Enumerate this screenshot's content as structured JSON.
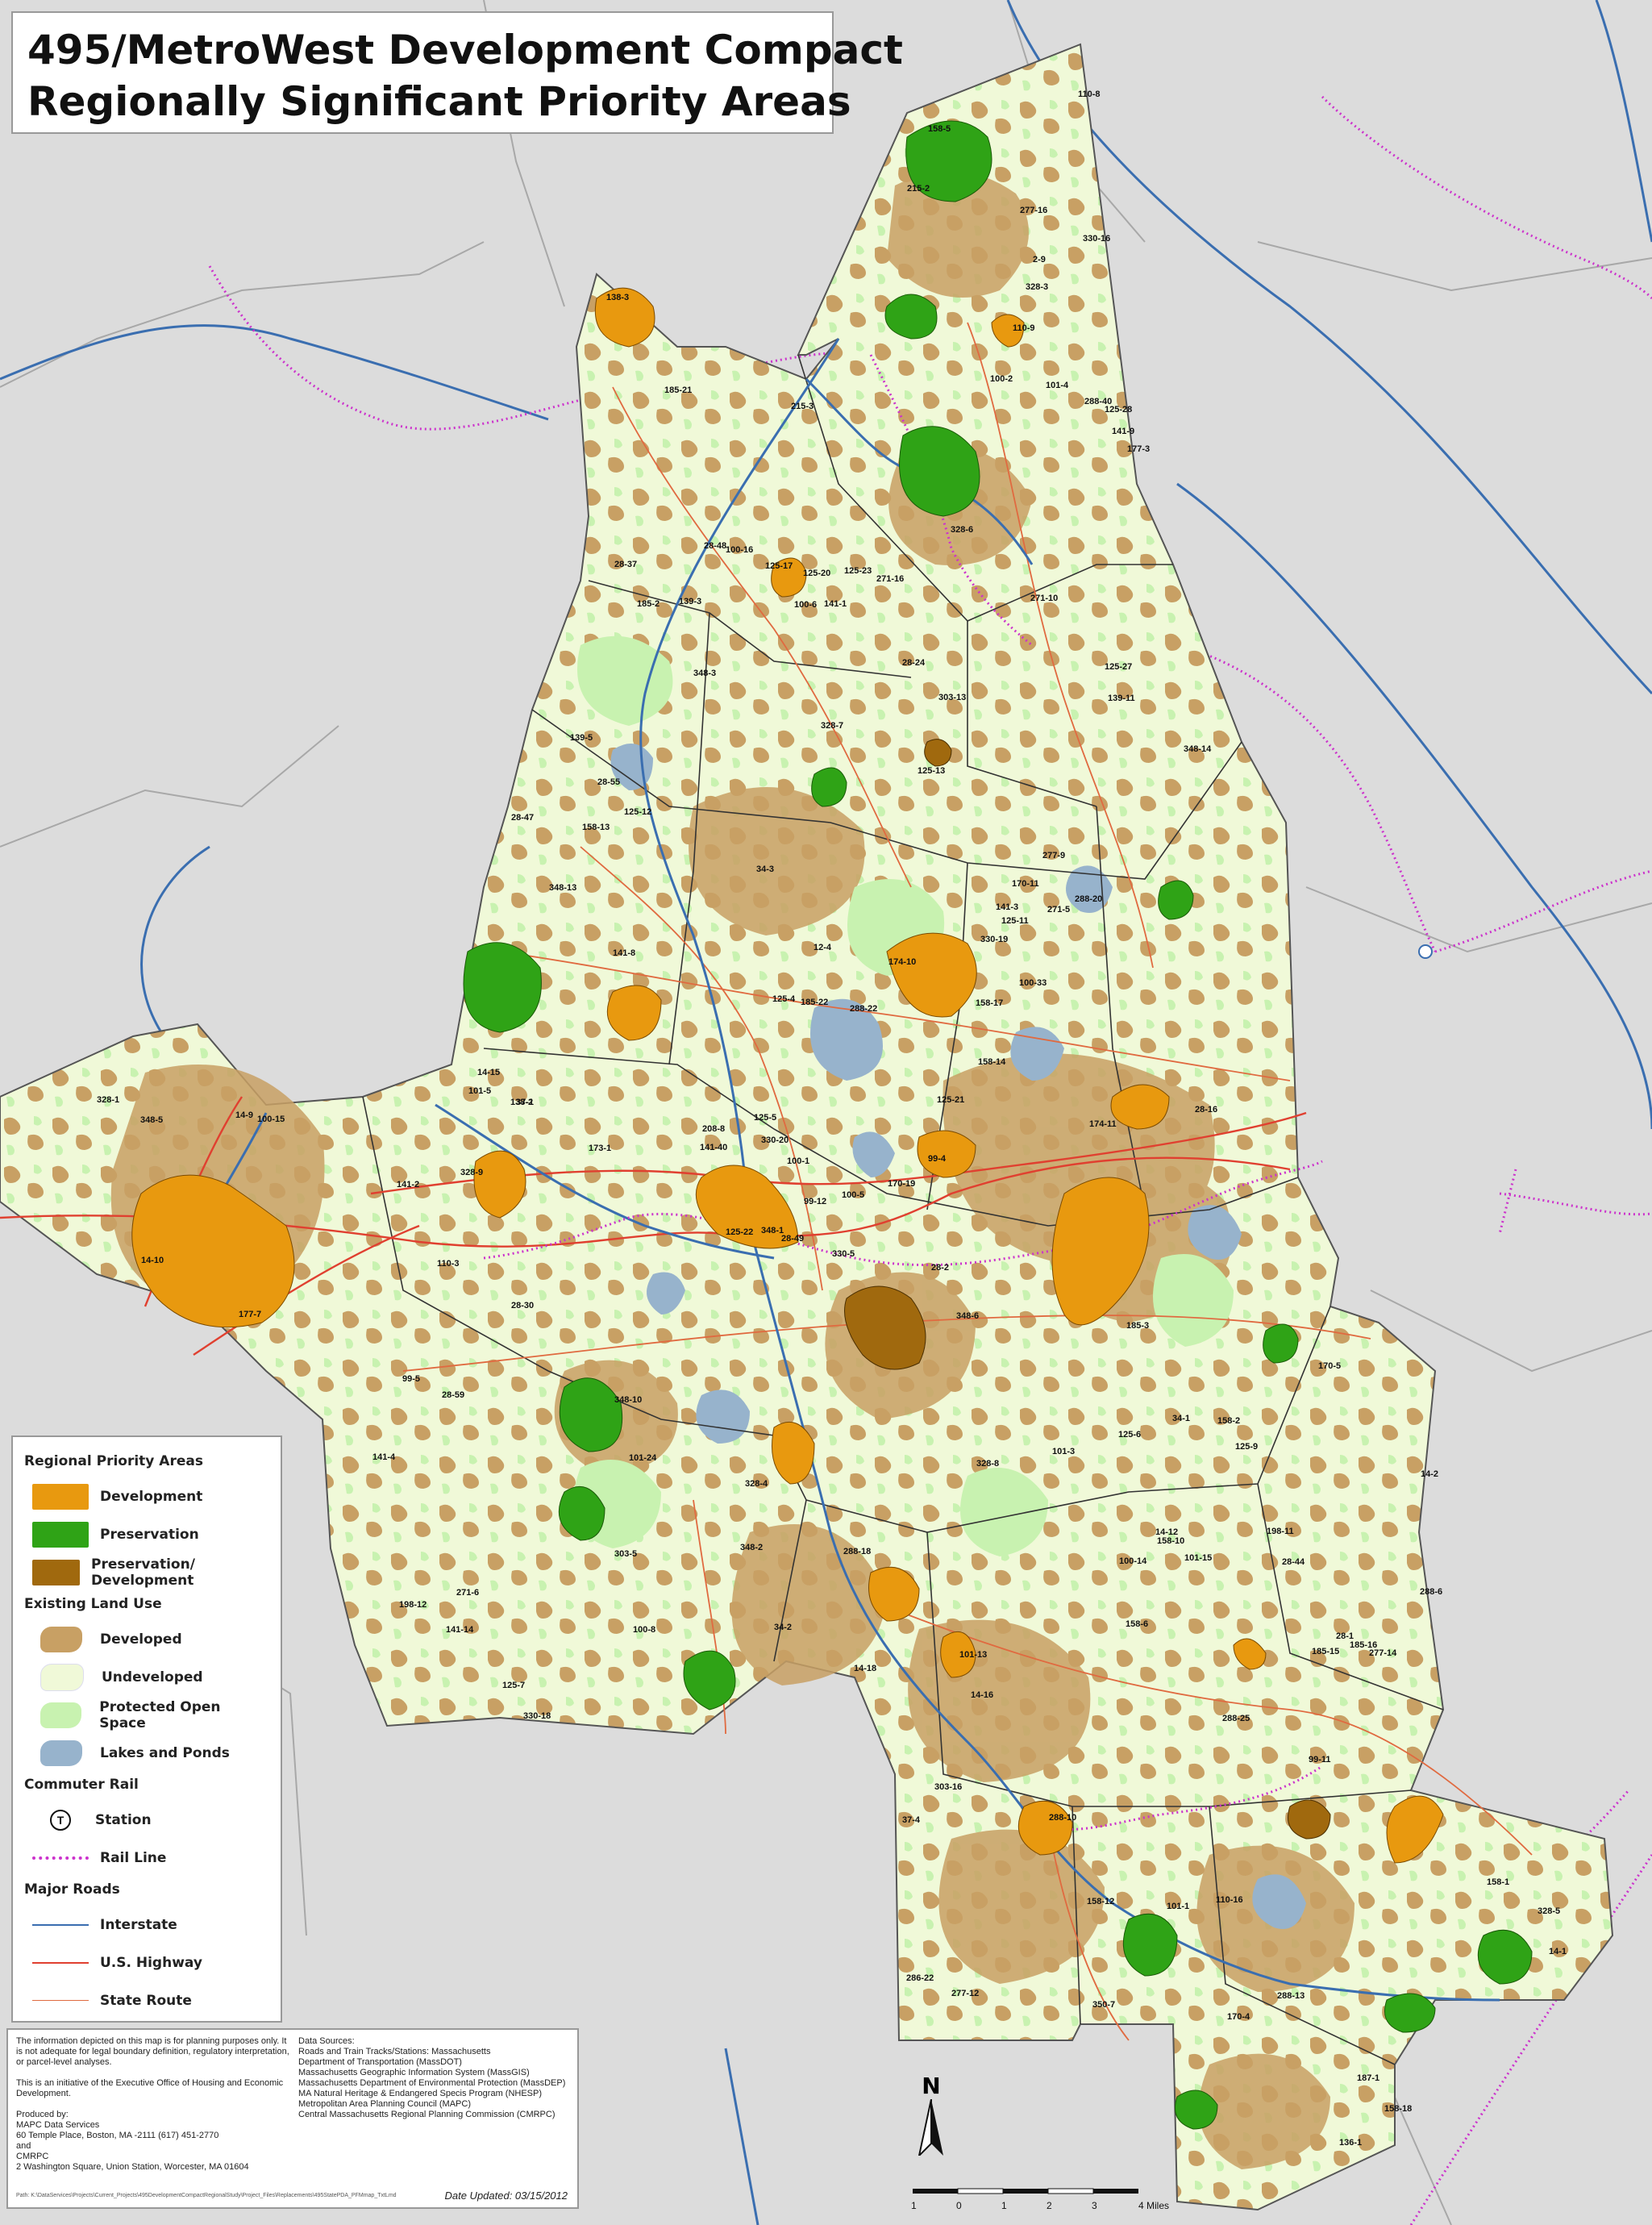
{
  "title": {
    "line1": "495/MetroWest Development Compact",
    "line2": "Regionally Significant Priority Areas"
  },
  "colors": {
    "development": "#e8990f",
    "preservation": "#2fa316",
    "preservation_development": "#a0690e",
    "developed": "#c8a064",
    "undeveloped": "#f0f9d8",
    "protected_open_space": "#c8f2b0",
    "lakes_ponds": "#97b3cc",
    "rail": "#cc33cc",
    "interstate": "#3a6eb0",
    "us_highway": "#e04030",
    "state_route": "#e06a40",
    "outside": "#dcdcdc"
  },
  "legend": {
    "regional_heading": "Regional Priority Areas",
    "development": "Development",
    "preservation": "Preservation",
    "preservation_development": "Preservation/ Development",
    "land_use_heading": "Existing Land Use",
    "developed": "Developed",
    "undeveloped": "Undeveloped",
    "protected": "Protected Open Space",
    "lakes": "Lakes and Ponds",
    "commuter_rail_heading": "Commuter Rail",
    "station_symbol": "T",
    "station": "Station",
    "rail_line": "Rail Line",
    "roads_heading": "Major Roads",
    "interstate": "Interstate",
    "us_highway": "U.S. Highway",
    "state_route": "State Route"
  },
  "notes": {
    "disclaimer": "The information depicted on this map is for planning purposes only. It is not adequate for legal boundary definition, regulatory interpretation, or parcel-level analyses.\n\nThis is an initiative of the Executive Office of Housing and Economic Development.\n\nProduced by:\nMAPC Data Services\n60 Temple Place, Boston, MA -2111 (617) 451-2770\nand\nCMRPC\n2 Washington Square, Union Station, Worcester, MA 01604",
    "sources": "Data Sources:\nRoads and Train Tracks/Stations: Massachusetts\n Department of Transportation (MassDOT)\nMassachusetts Geographic Information System (MassGIS)\nMassachusetts Department of Environmental Protection (MassDEP)\nMA Natural Heritage & Endangered Specis Program (NHESP)\nMetropolitan Area Planning Council (MAPC)\nCentral Massachusetts Regional Planning Commission (CMRPC)",
    "date_updated": "Date Updated: 03/15/2012",
    "path": "Path: K:\\DataServices\\Projects\\Current_Projects\\495DevelopmentCompactRegionalStudy\\Project_Files\\Replacements\\495StatePDA_PFMmap_TxtLmd"
  },
  "north": "N",
  "scale": {
    "ticks": [
      "1",
      "0",
      "1",
      "2",
      "3",
      "4 Miles"
    ]
  },
  "area_labels": [
    {
      "id": "330-5"
    },
    {
      "id": "330-20"
    },
    {
      "id": "330-19"
    },
    {
      "id": "330-18"
    },
    {
      "id": "330-16"
    },
    {
      "id": "125-23"
    },
    {
      "id": "125-28"
    },
    {
      "id": "125-21"
    },
    {
      "id": "125-22"
    },
    {
      "id": "125-27"
    },
    {
      "id": "125-17"
    },
    {
      "id": "125-13"
    },
    {
      "id": "125-12"
    },
    {
      "id": "125-20"
    },
    {
      "id": "125-11"
    },
    {
      "id": "125-9"
    },
    {
      "id": "125-6"
    },
    {
      "id": "125-5"
    },
    {
      "id": "125-4"
    },
    {
      "id": "125-7"
    },
    {
      "id": "158-18"
    },
    {
      "id": "158-1"
    },
    {
      "id": "158-2"
    },
    {
      "id": "158-5"
    },
    {
      "id": "158-13"
    },
    {
      "id": "158-6"
    },
    {
      "id": "158-17"
    },
    {
      "id": "158-14"
    },
    {
      "id": "158-10"
    },
    {
      "id": "158-12"
    },
    {
      "id": "37-4"
    },
    {
      "id": "37-1"
    },
    {
      "id": "2-9"
    },
    {
      "id": "12-4"
    },
    {
      "id": "34-2"
    },
    {
      "id": "34-1"
    },
    {
      "id": "34-3"
    },
    {
      "id": "286-22"
    },
    {
      "id": "174-10"
    },
    {
      "id": "174-11"
    },
    {
      "id": "288-18"
    },
    {
      "id": "288-13"
    },
    {
      "id": "288-10"
    },
    {
      "id": "288-20"
    },
    {
      "id": "288-25"
    },
    {
      "id": "288-22"
    },
    {
      "id": "288-6"
    },
    {
      "id": "288-40"
    },
    {
      "id": "141-9"
    },
    {
      "id": "141-2"
    },
    {
      "id": "141-4"
    },
    {
      "id": "141-14"
    },
    {
      "id": "141-3"
    },
    {
      "id": "141-8"
    },
    {
      "id": "141-1"
    },
    {
      "id": "141-40"
    },
    {
      "id": "28-49"
    },
    {
      "id": "28-48"
    },
    {
      "id": "28-24"
    },
    {
      "id": "28-37"
    },
    {
      "id": "28-16"
    },
    {
      "id": "28-59"
    },
    {
      "id": "28-47"
    },
    {
      "id": "28-44"
    },
    {
      "id": "28-30"
    },
    {
      "id": "28-55"
    },
    {
      "id": "28-2"
    },
    {
      "id": "28-1"
    },
    {
      "id": "170-19"
    },
    {
      "id": "170-11"
    },
    {
      "id": "170-4"
    },
    {
      "id": "170-5"
    },
    {
      "id": "215-2"
    },
    {
      "id": "215-3"
    },
    {
      "id": "328-7"
    },
    {
      "id": "328-9"
    },
    {
      "id": "328-6"
    },
    {
      "id": "328-8"
    },
    {
      "id": "328-1"
    },
    {
      "id": "328-3"
    },
    {
      "id": "328-4"
    },
    {
      "id": "328-5"
    },
    {
      "id": "277-14"
    },
    {
      "id": "277-12"
    },
    {
      "id": "277-16"
    },
    {
      "id": "277-9"
    },
    {
      "id": "100-2"
    },
    {
      "id": "100-14"
    },
    {
      "id": "100-5"
    },
    {
      "id": "100-1"
    },
    {
      "id": "100-8"
    },
    {
      "id": "100-6"
    },
    {
      "id": "100-33"
    },
    {
      "id": "100-15"
    },
    {
      "id": "100-16"
    },
    {
      "id": "198-11"
    },
    {
      "id": "198-12"
    },
    {
      "id": "348-3"
    },
    {
      "id": "348-14"
    },
    {
      "id": "348-5"
    },
    {
      "id": "348-1"
    },
    {
      "id": "348-2"
    },
    {
      "id": "348-13"
    },
    {
      "id": "348-6"
    },
    {
      "id": "348-10"
    },
    {
      "id": "271-16"
    },
    {
      "id": "271-10"
    },
    {
      "id": "271-6"
    },
    {
      "id": "271-5"
    },
    {
      "id": "110-16"
    },
    {
      "id": "110-8"
    },
    {
      "id": "110-3"
    },
    {
      "id": "110-9"
    },
    {
      "id": "14-15"
    },
    {
      "id": "14-9"
    },
    {
      "id": "14-10"
    },
    {
      "id": "14-12"
    },
    {
      "id": "14-2"
    },
    {
      "id": "14-18"
    },
    {
      "id": "14-16"
    },
    {
      "id": "14-1"
    },
    {
      "id": "139-11"
    },
    {
      "id": "139-3"
    },
    {
      "id": "139-5"
    },
    {
      "id": "136-1"
    },
    {
      "id": "303-5"
    },
    {
      "id": "303-16"
    },
    {
      "id": "303-13"
    },
    {
      "id": "185-15"
    },
    {
      "id": "185-16"
    },
    {
      "id": "185-3"
    },
    {
      "id": "185-22"
    },
    {
      "id": "185-21"
    },
    {
      "id": "185-2"
    },
    {
      "id": "138-2"
    },
    {
      "id": "138-3"
    },
    {
      "id": "177-3"
    },
    {
      "id": "177-7"
    },
    {
      "id": "173-1"
    },
    {
      "id": "187-1"
    },
    {
      "id": "208-8"
    },
    {
      "id": "101-4"
    },
    {
      "id": "101-5"
    },
    {
      "id": "101-3"
    },
    {
      "id": "101-1"
    },
    {
      "id": "101-24"
    },
    {
      "id": "101-13"
    },
    {
      "id": "101-15"
    },
    {
      "id": "350-7"
    },
    {
      "id": "99-11"
    },
    {
      "id": "99-12"
    },
    {
      "id": "99-5"
    },
    {
      "id": "99-4"
    }
  ]
}
